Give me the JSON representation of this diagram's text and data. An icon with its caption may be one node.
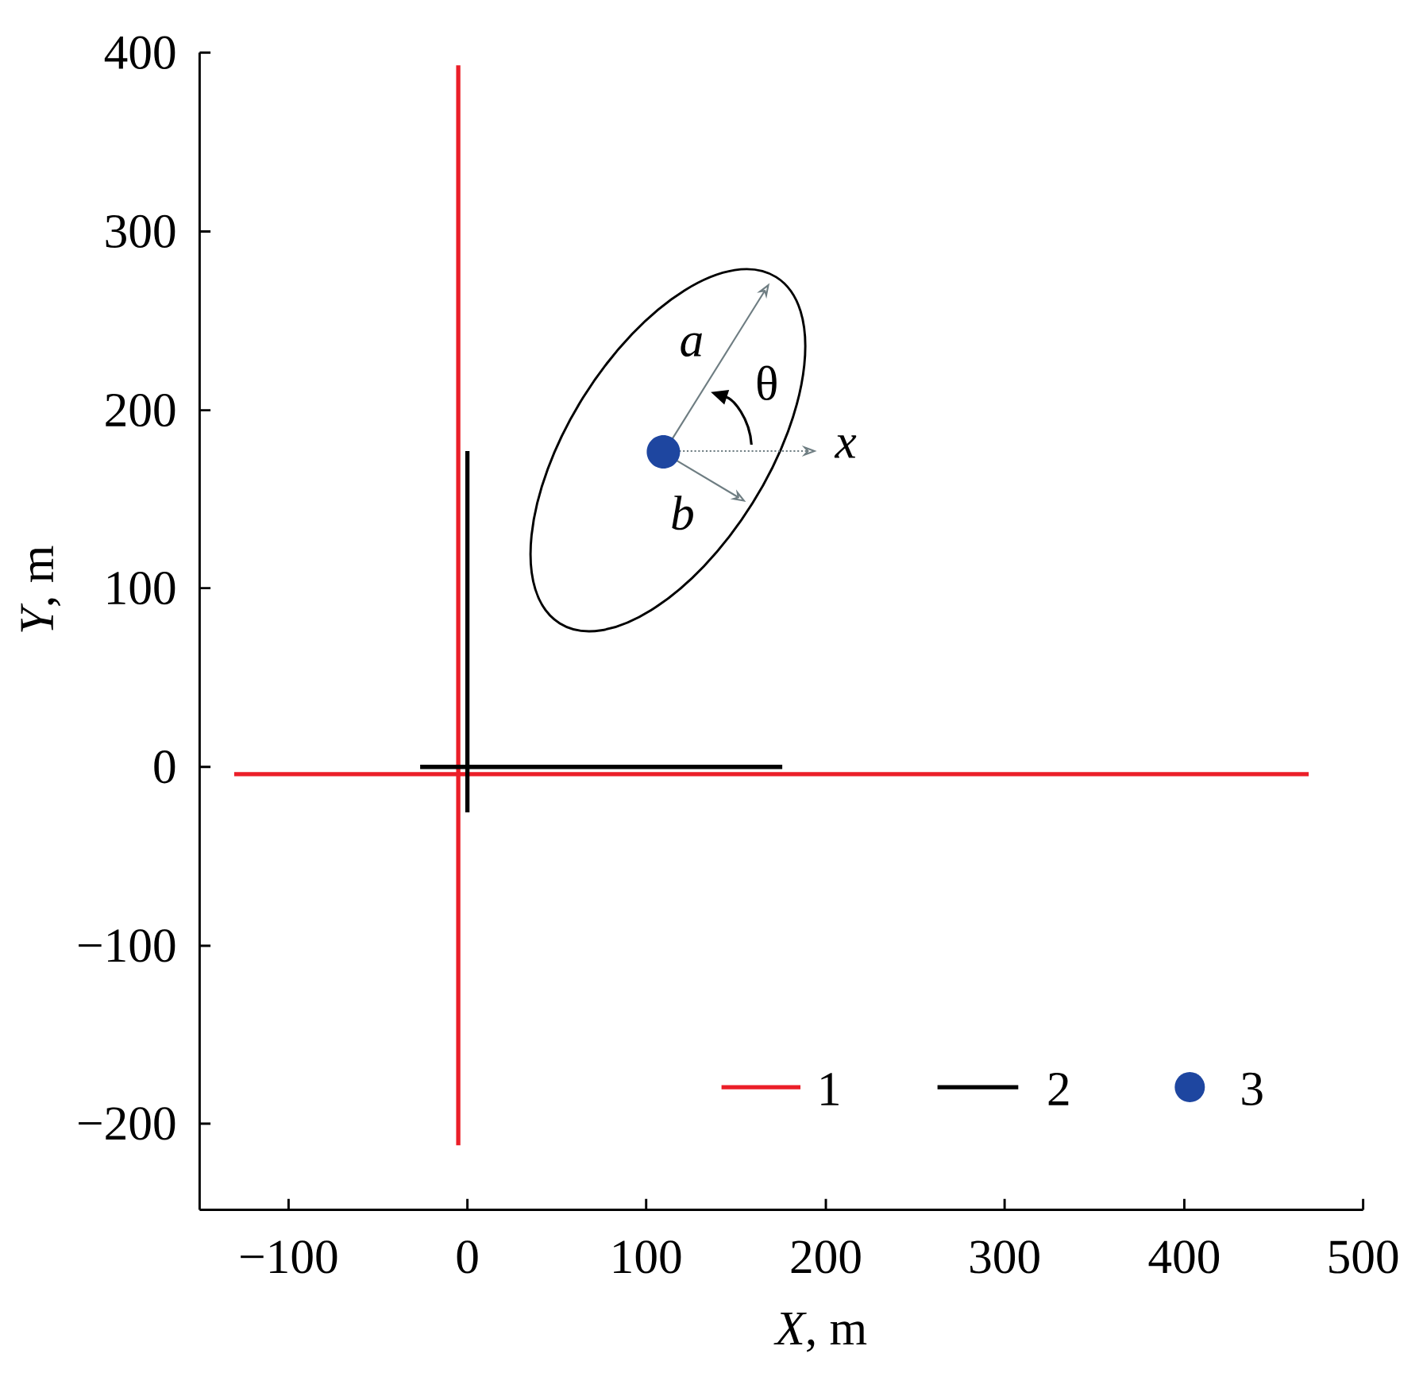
{
  "diagram": {
    "labels": [
      "−100",
      "0",
      "100",
      "200",
      "300",
      "400",
      "500",
      "400",
      "300",
      "200",
      "100",
      "0",
      "−100",
      "−200",
      "*X*, m",
      "*Y*, m",
      "a",
      "θ",
      "x",
      "b"
    ],
    "legend": [
      {
        "text": "1"
      },
      {
        "text": "2"
      },
      {
        "text": "3"
      }
    ]
  }
}
